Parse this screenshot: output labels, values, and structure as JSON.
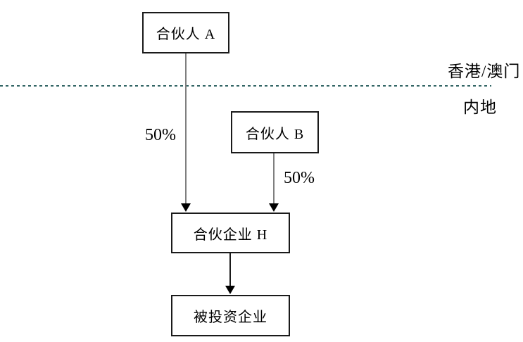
{
  "diagram": {
    "nodes": [
      {
        "id": "partner-a",
        "label": "合伙人 A"
      },
      {
        "id": "partner-b",
        "label": "合伙人 B"
      },
      {
        "id": "partnership-h",
        "label": "合伙企业 H"
      },
      {
        "id": "investee",
        "label": "被投资企业"
      }
    ],
    "edges": [
      {
        "from": "partner-a",
        "to": "partnership-h",
        "label": "50%"
      },
      {
        "from": "partner-b",
        "to": "partnership-h",
        "label": "50%"
      },
      {
        "from": "partnership-h",
        "to": "investee",
        "label": ""
      }
    ],
    "regions": {
      "above_line": "香港/澳门",
      "below_line": "内地"
    },
    "colors": {
      "background": "#ffffff",
      "box_border": "#1a1a1a",
      "text": "#000000",
      "divider_dash": "#336666",
      "arrow_shaft_gray": "#7f7f7f",
      "arrow_shaft_black": "#1a1a1a",
      "arrowhead": "#000000"
    }
  }
}
